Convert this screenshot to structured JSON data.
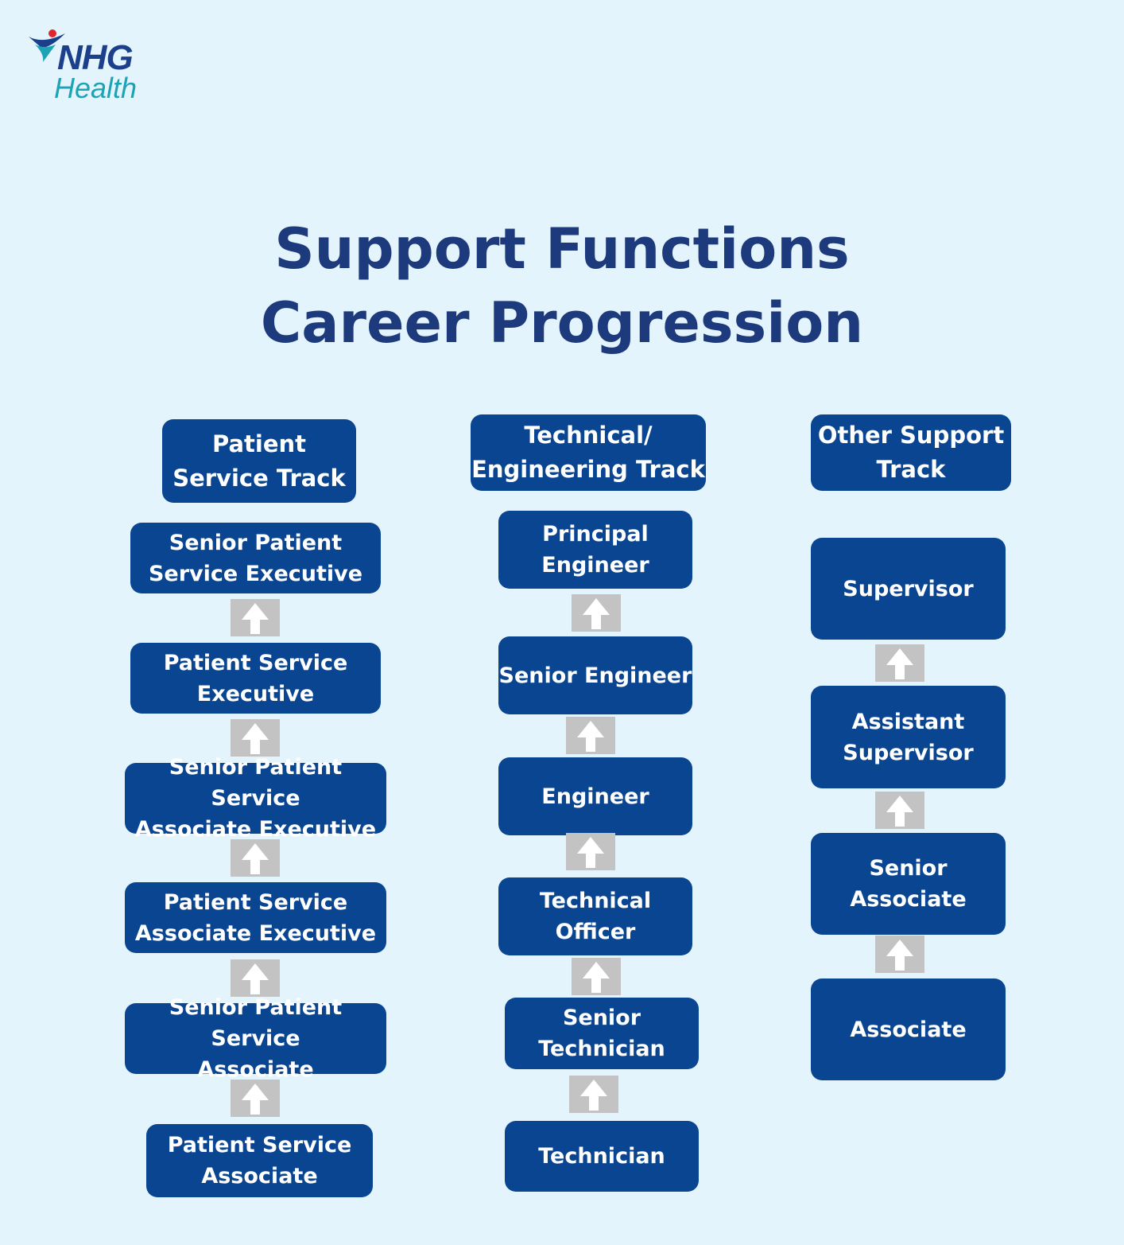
{
  "logo": {
    "line1": "NHG",
    "line2": "Health"
  },
  "title": {
    "line1": "Support Functions",
    "line2": "Career Progression"
  },
  "tracks": [
    {
      "header": "Patient\nService Track",
      "roles": [
        "Senior Patient\nService Executive",
        "Patient Service\nExecutive",
        "Senior Patient Service\nAssociate Executive",
        "Patient Service\nAssociate Executive",
        "Senior Patient Service\nAssociate",
        "Patient Service\nAssociate"
      ]
    },
    {
      "header": "Technical/\nEngineering Track",
      "roles": [
        "Principal\nEngineer",
        "Senior Engineer",
        "Engineer",
        "Technical Officer",
        "Senior\nTechnician",
        "Technician"
      ]
    },
    {
      "header": "Other Support\nTrack",
      "roles": [
        "Supervisor",
        "Assistant\nSupervisor",
        "Senior Associate",
        "Associate"
      ]
    }
  ],
  "colors": {
    "box": "#0a4592",
    "title": "#1d3a7c",
    "arrow_bg": "#c3c3c3",
    "background": "#e4f4fc"
  }
}
